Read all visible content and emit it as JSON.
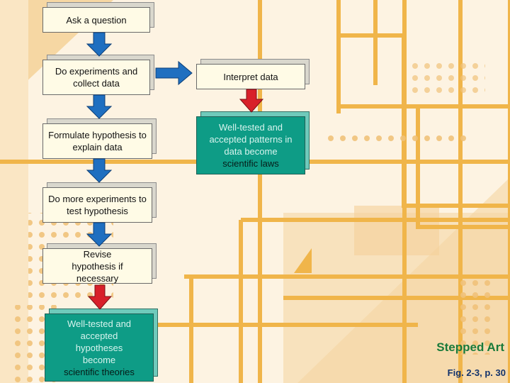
{
  "flowchart": {
    "steps": [
      "Ask a question",
      "Do experiments and collect data",
      "Formulate hypothesis to explain data",
      "Do more experiments to test hypothesis",
      "Revise hypothesis if necessary"
    ],
    "conclusion_theories": {
      "text": "Well-tested and accepted hypotheses become",
      "emphasis": "scientific theories"
    },
    "interpret": "Interpret data",
    "conclusion_laws": {
      "text": "Well-tested and accepted patterns in data become",
      "emphasis": "scientific laws"
    }
  },
  "footer": {
    "label": "Stepped Art",
    "figure": "Fig. 2-3, p. 30"
  },
  "colors": {
    "background": "#fdf3e2",
    "accent_orange": "#f0b54a",
    "box_fill": "#fffbe6",
    "green_box": "#0e9c86",
    "blue_arrow": "#1f6fc0",
    "red_arrow": "#d8202a",
    "stepped_art_text": "#197a3a",
    "figure_text": "#12326b"
  },
  "icons": {
    "down_arrow": "blue-down-arrow-icon",
    "right_arrow": "blue-right-arrow-icon",
    "conclusion_arrow": "red-down-arrow-icon"
  }
}
